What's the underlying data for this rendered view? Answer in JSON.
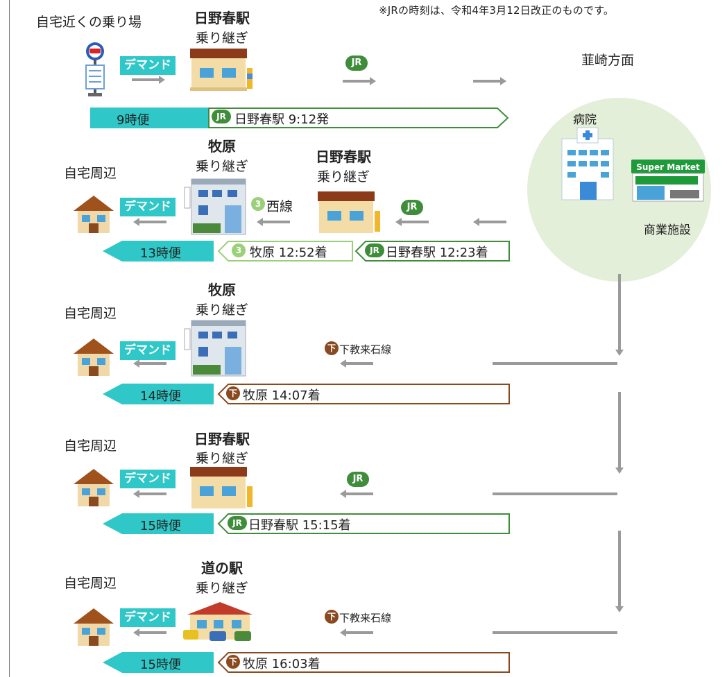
{
  "note": "※JRの時刻は、令和4年3月12日改正のものです。",
  "row1": {
    "origin": "自宅近くの乗り場",
    "transfer_name": "日野春駅",
    "transfer_sub": "乗り継ぎ",
    "demand": "デマンド",
    "jr": "JR",
    "destination": "韮崎方面",
    "bus_label": "9時便",
    "train_text": "日野春駅 9:12発"
  },
  "bubble": {
    "hospital": "病院",
    "super_sign": "Super Market",
    "commercial": "商業施設"
  },
  "row2": {
    "home": "自宅周辺",
    "makihara_name": "牧原",
    "makihara_sub": "乗り継ぎ",
    "hinoharu_name": "日野春駅",
    "hinoharu_sub": "乗り継ぎ",
    "demand": "デマンド",
    "nishi_badge": "3",
    "nishi_line": "西線",
    "jr": "JR",
    "bus_label": "13時便",
    "seg2_text": "牧原 12:52着",
    "seg3_text": "日野春駅 12:23着"
  },
  "row3": {
    "home": "自宅周辺",
    "transfer_name": "牧原",
    "transfer_sub": "乗り継ぎ",
    "demand": "デマンド",
    "line_badge": "下",
    "line_name": "下教来石線",
    "bus_label": "14時便",
    "seg_text": "牧原 14:07着"
  },
  "row4": {
    "home": "自宅周辺",
    "transfer_name": "日野春駅",
    "transfer_sub": "乗り継ぎ",
    "demand": "デマンド",
    "jr": "JR",
    "bus_label": "15時便",
    "seg_text": "日野春駅 15:15着"
  },
  "row5": {
    "home": "自宅周辺",
    "transfer_name": "道の駅",
    "transfer_sub": "乗り継ぎ",
    "demand": "デマンド",
    "line_badge": "下",
    "line_name": "下教来石線",
    "bus_label": "15時便",
    "seg_text": "牧原 16:03着"
  },
  "colors": {
    "teal": "#2fc7c7",
    "jr_green": "#3f8d3a",
    "bus_brown": "#8a4a1f",
    "nishi_green": "#9bd07a",
    "arrow_gray": "#9a9a9a",
    "bubble": "#e3efd8"
  }
}
